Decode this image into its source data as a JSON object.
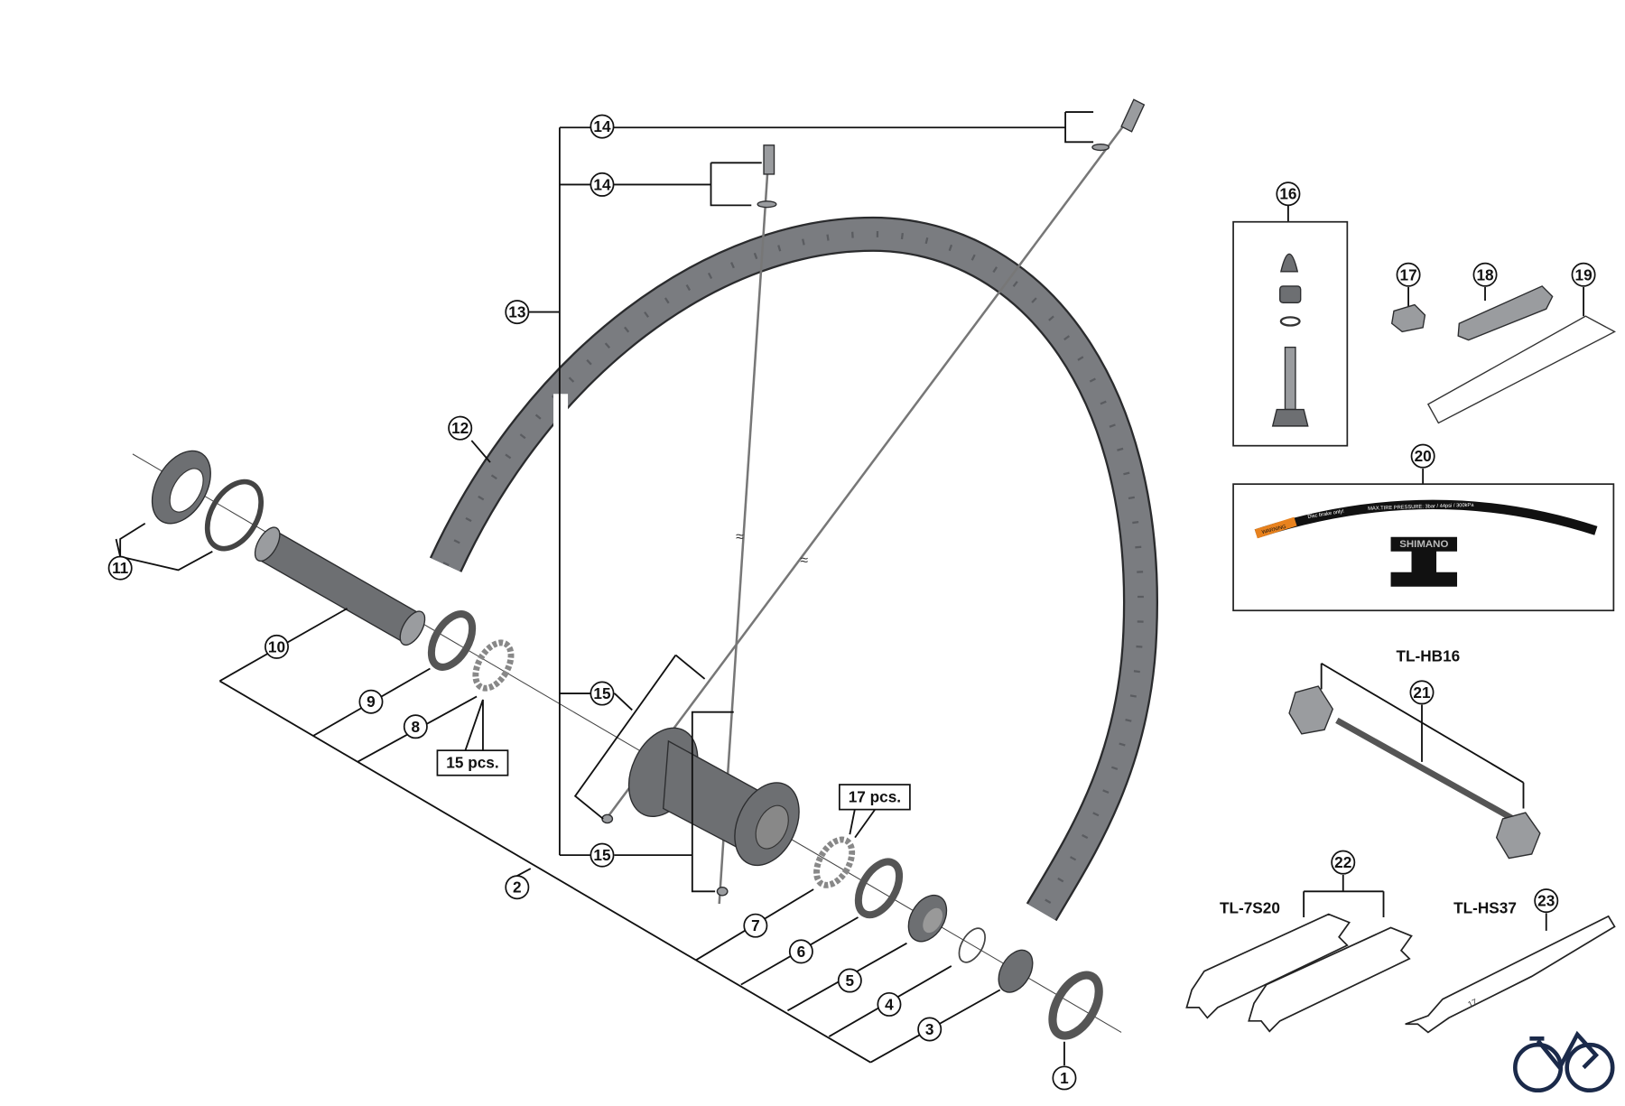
{
  "diagram": {
    "title": "Rear wheel exploded parts diagram",
    "callouts": {
      "c1": "1",
      "c2": "2",
      "c3": "3",
      "c4": "4",
      "c5": "5",
      "c6": "6",
      "c7": "7",
      "c8": "8",
      "c9": "9",
      "c10": "10",
      "c11": "11",
      "c12": "12",
      "c13": "13",
      "c14a": "14",
      "c14b": "14",
      "c15a": "15",
      "c15b": "15",
      "c16": "16",
      "c17": "17",
      "c18": "18",
      "c19": "19",
      "c20": "20",
      "c21": "21",
      "c22": "22",
      "c23": "23"
    },
    "quantities": {
      "balls_left": "15 pcs.",
      "balls_right": "17 pcs."
    },
    "tools": {
      "hub_tool": "TL-HB16",
      "cone_wrench": "TL-7S20",
      "pedal_wrench": "TL-HS37",
      "wrench_size": "17"
    },
    "decal": {
      "warning": "WARNING",
      "disc_only": "Disc brake only!",
      "pressure": "MAX.TIRE PRESSURE: 3bar / 44psi / 300kPa",
      "brand": "SHIMANO"
    },
    "colors": {
      "part_dark": "#6d6f72",
      "warning_orange": "#e8821e",
      "logo_navy": "#1b2a4a"
    }
  }
}
